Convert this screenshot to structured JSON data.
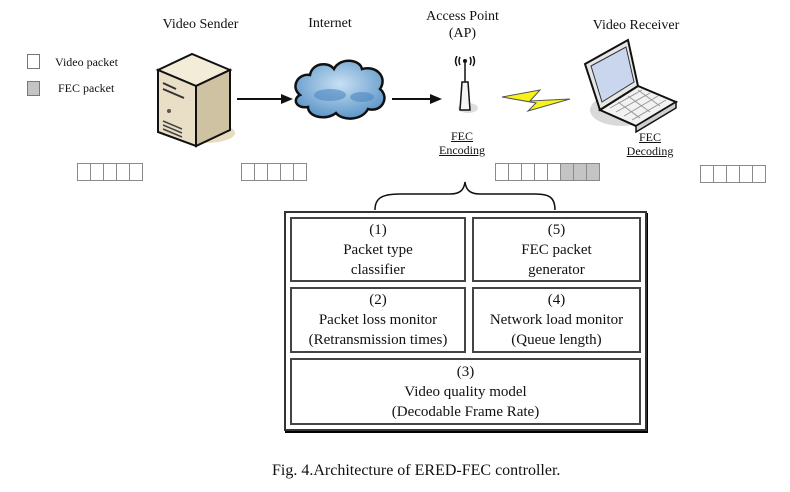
{
  "legend": {
    "items": [
      {
        "label": "Video packet",
        "color": "#ffffff"
      },
      {
        "label": "FEC packet",
        "color": "#c4c4c4"
      }
    ]
  },
  "nodes": {
    "sender": {
      "label": "Video Sender",
      "icon": "server-icon"
    },
    "internet": {
      "label": "Internet",
      "icon": "cloud-icon"
    },
    "ap": {
      "label_line1": "Access Point",
      "label_line2": "(AP)",
      "icon": "antenna-icon",
      "sub_line1": "FEC",
      "sub_line2": "Encoding"
    },
    "receiver": {
      "label": "Video Receiver",
      "icon": "laptop-icon",
      "sub_line1": "FEC",
      "sub_line2": "Decoding"
    }
  },
  "packet_rows": [
    {
      "video": 5,
      "fec": 0
    },
    {
      "video": 5,
      "fec": 0
    },
    {
      "video": 5,
      "fec": 3
    },
    {
      "video": 5,
      "fec": 0
    }
  ],
  "controller": {
    "modules": [
      {
        "num": "(1)",
        "line1": "Packet type",
        "line2": "classifier"
      },
      {
        "num": "(5)",
        "line1": "FEC packet",
        "line2": "generator"
      },
      {
        "num": "(2)",
        "line1": "Packet loss monitor",
        "line2": "(Retransmission times)"
      },
      {
        "num": "(4)",
        "line1": "Network load monitor",
        "line2": "(Queue length)"
      },
      {
        "num": "(3)",
        "line1": "Video quality model",
        "line2": "(Decodable Frame Rate)"
      }
    ]
  },
  "caption": "Fig. 4.Architecture of ERED-FEC controller."
}
